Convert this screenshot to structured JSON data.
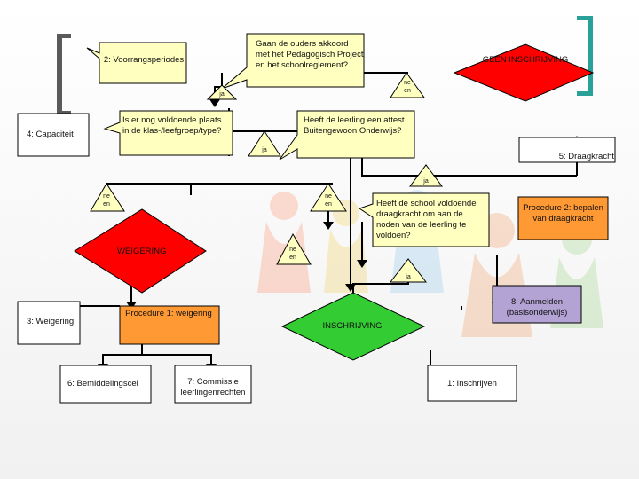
{
  "nodes": {
    "voorrang": "2: Voorrangsperiodes",
    "ouders": "Gaan de ouders akkoord met het Pedagogisch Project en het schoolreglement?",
    "geen_inschrijving": "GEEN INSCHRIJVING",
    "capaciteit": "4: Capaciteit",
    "plaats": "Is er nog voldoende plaats in de klas-/leefgroep/type?",
    "attest": "Heeft de leerling een attest Buitengewoon Onderwijs?",
    "draagkracht": "5: Draagkracht",
    "school_draagkracht": "Heeft de school voldoende draagkracht om aan de noden van de leerling te voldoen?",
    "procedure2": "Procedure 2: bepalen van draagkracht",
    "weigering_node": "WEIGERING",
    "weigering_box": "3: Weigering",
    "procedure1": "Procedure 1: weigering",
    "inschrijving": "INSCHRIJVING",
    "aanmelden": "8: Aanmelden (basisonderwijs)",
    "bemiddeling": "6: Bemiddelingscel",
    "commissie": "7: Commissie leerlingenrechten",
    "inschrijven": "1: Inschrijven"
  },
  "edge_labels": {
    "nee1": "ne en",
    "ja1": "ja",
    "ja2": "ja",
    "ja3": "ja",
    "nee2": "ne en",
    "nee3": "ne en",
    "nee4": "ne en",
    "ja4": "ja"
  },
  "colors": {
    "callout_yellow": "#ffffc0",
    "red": "#ff0000",
    "green": "#33cc33",
    "orange": "#ff9933",
    "purple": "#b3a2d4",
    "line": "#000000",
    "bracket_teal": "#2aa198"
  }
}
